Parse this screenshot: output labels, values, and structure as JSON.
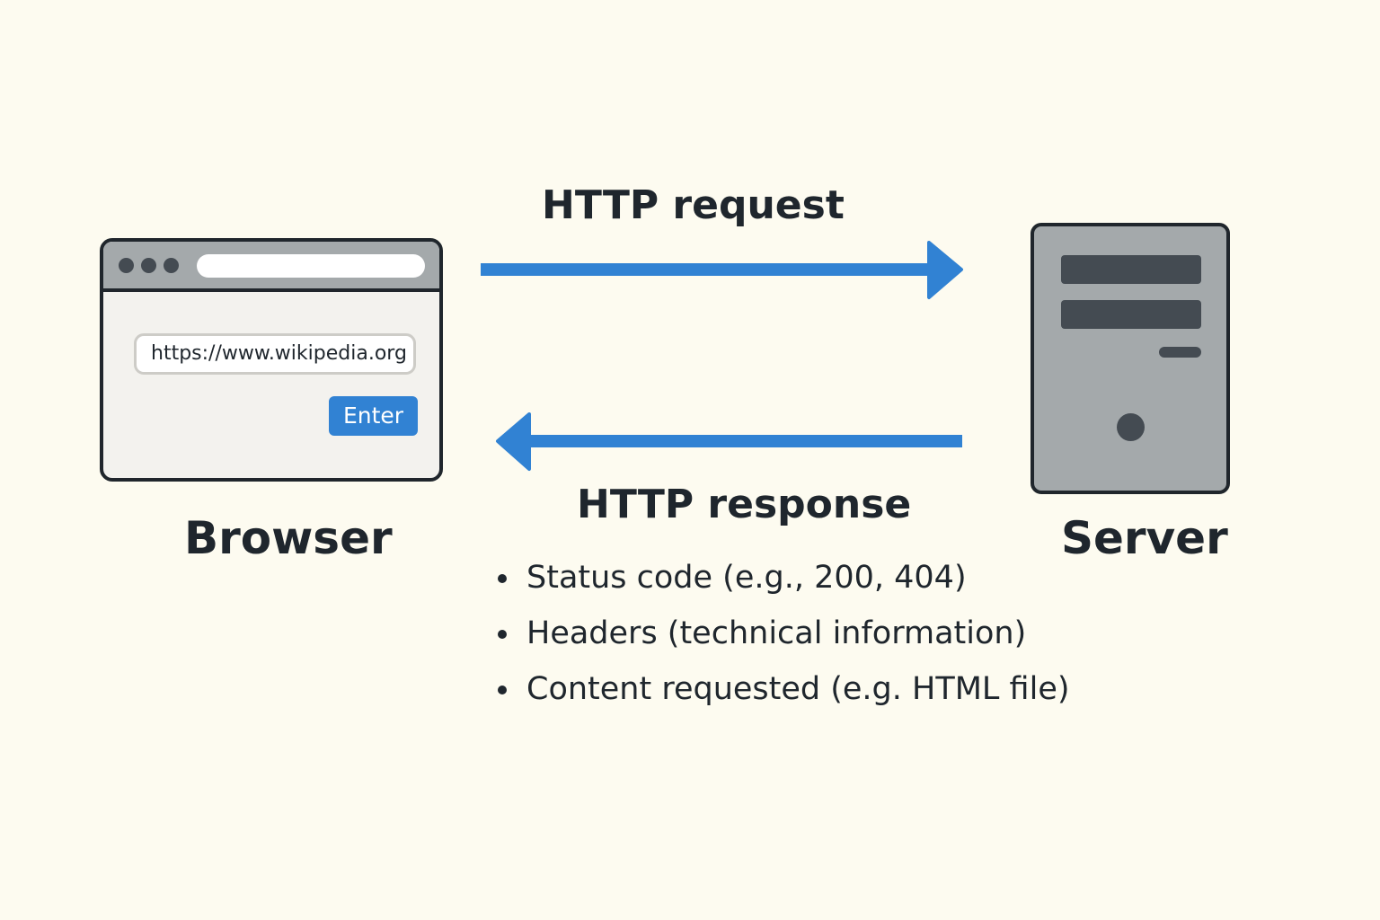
{
  "colors": {
    "background": "#fdfbf0",
    "arrow": "#3182d3",
    "outline": "#20262c",
    "device_gray": "#a4a9ab",
    "dark_gray": "#444b52",
    "button": "#3182d3"
  },
  "browser": {
    "url": "https://www.wikipedia.org",
    "button_label": "Enter",
    "label": "Browser"
  },
  "server": {
    "label": "Server"
  },
  "request": {
    "label": "HTTP request",
    "direction": "browser-to-server"
  },
  "response": {
    "label": "HTTP response",
    "direction": "server-to-browser",
    "items": [
      "Status code (e.g., 200, 404)",
      "Headers (technical information)",
      "Content requested (e.g. HTML file)"
    ]
  }
}
